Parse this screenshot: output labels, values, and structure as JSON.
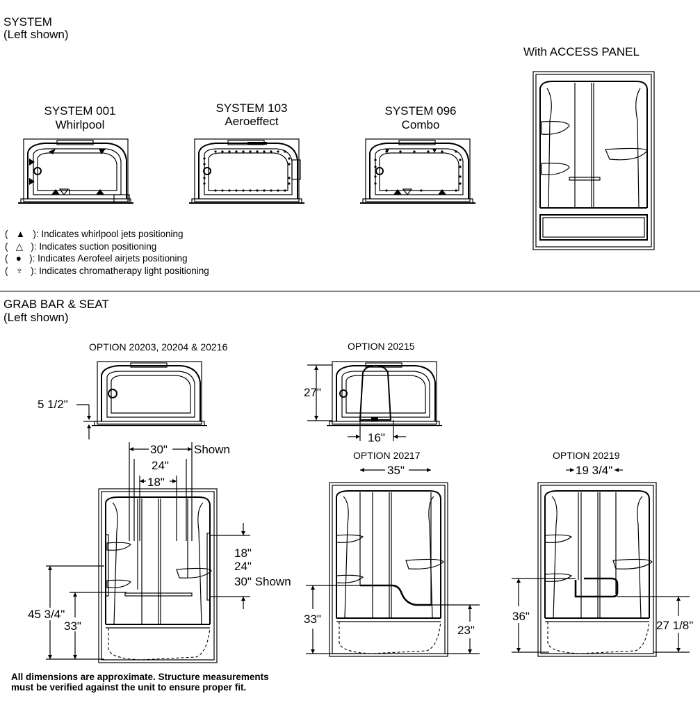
{
  "system_section": {
    "title": "SYSTEM",
    "subtitle": "(Left shown)",
    "systems": [
      {
        "name": "SYSTEM 001",
        "type": "Whirlpool"
      },
      {
        "name": "SYSTEM 103",
        "type": "Aeroeffect"
      },
      {
        "name": "SYSTEM 096",
        "type": "Combo"
      }
    ],
    "access_panel_label": "With ACCESS PANEL",
    "legend": [
      {
        "icon": "triangle-filled-icon",
        "text": "): Indicates whirlpool jets positioning"
      },
      {
        "icon": "triangle-outline-icon",
        "text": "): Indicates suction positioning"
      },
      {
        "icon": "dot-icon",
        "text": "): Indicates Aerofeel airjets positioning"
      },
      {
        "icon": "light-icon",
        "text": "): Indicates chromatherapy light positioning"
      }
    ]
  },
  "grab_section": {
    "title": "GRAB BAR & SEAT",
    "subtitle": "(Left shown)",
    "options": [
      {
        "label": "OPTION 20203, 20204 & 20216",
        "dims": [
          "5 1/2\"",
          "30\"",
          "24\"",
          "18\"",
          "Shown",
          "18\"",
          "24\"",
          "30\" Shown",
          "45 3/4\"",
          "33\""
        ]
      },
      {
        "label": "OPTION 20215",
        "dims": [
          "27\"",
          "16\""
        ]
      },
      {
        "label": "OPTION 20217",
        "dims": [
          "35\"",
          "33\"",
          "23\""
        ]
      },
      {
        "label": "OPTION 20219",
        "dims": [
          "19 3/4\"",
          "36\"",
          "27 1/8\""
        ]
      }
    ]
  },
  "footnote": {
    "line1": "All dimensions are approximate. Structure measurements",
    "line2": "must be verified against the unit to ensure proper fit."
  }
}
